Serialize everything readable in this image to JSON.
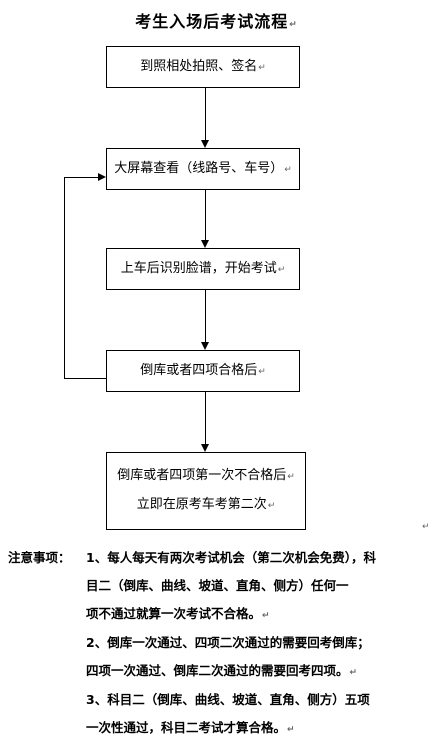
{
  "title": "考生入场后考试流程",
  "para_mark": "↵",
  "steps": [
    {
      "lines": [
        "到照相处拍照、签名"
      ]
    },
    {
      "lines": [
        "大屏幕查看（线路号、车号）"
      ]
    },
    {
      "lines": [
        "上车后识别脸谱，开始考试"
      ]
    },
    {
      "lines": [
        "倒库或者四项合格后"
      ]
    },
    {
      "lines": [
        "倒库或者四项第一次不合格后",
        "立即在原考车考第二次"
      ]
    }
  ],
  "notes": {
    "label": "注意事项：",
    "items": [
      {
        "lines": [
          "1、每人每天有两次考试机会（第二次机会免费），科",
          "目二（倒库、曲线、坡道、直角、侧方）任何一",
          "项不通过就算一次考试不合格。"
        ]
      },
      {
        "lines": [
          "2、倒库一次通过、四项二次通过的需要回考倒库；",
          "四项一次通过、倒库二次通过的需要回考四项。"
        ]
      },
      {
        "lines": [
          "3、科目二（倒库、曲线、坡道、直角、侧方）五项",
          "一次性通过，科目二考试才算合格。"
        ]
      }
    ]
  }
}
